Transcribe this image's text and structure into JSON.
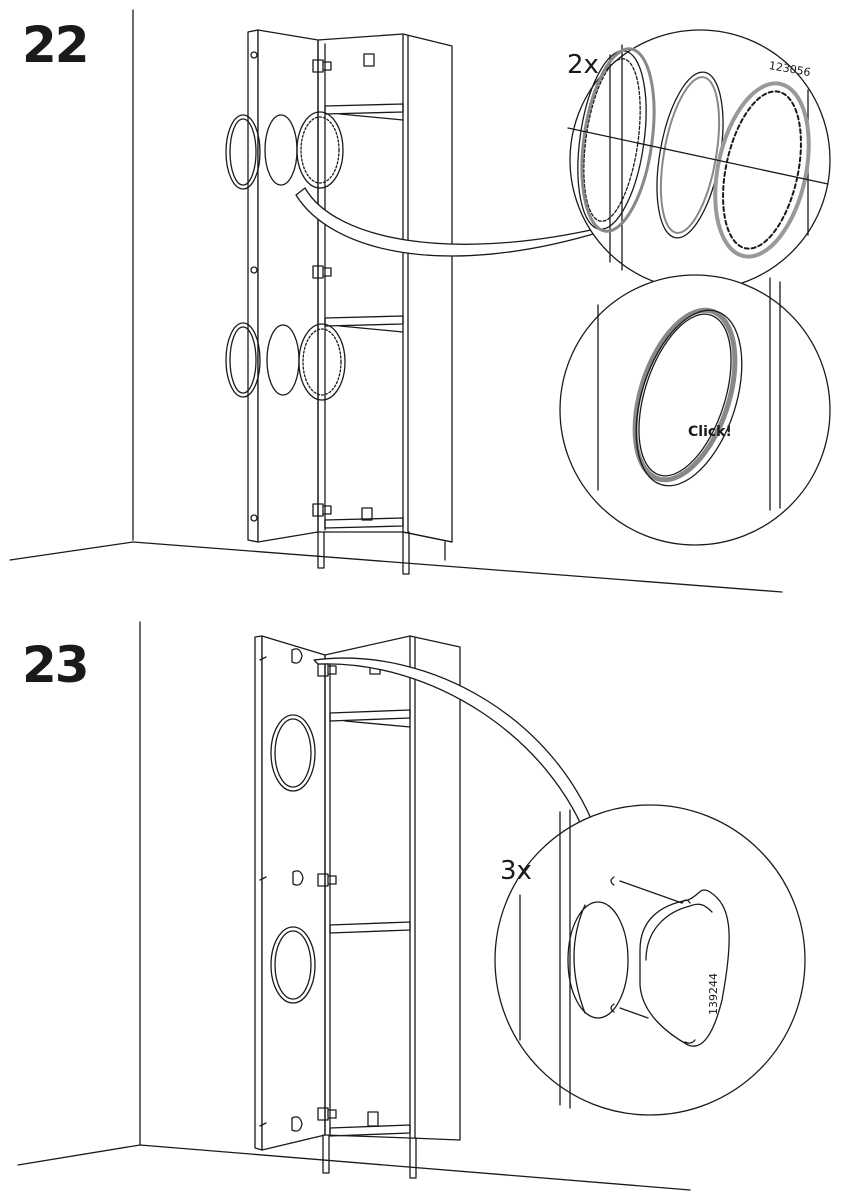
{
  "steps": [
    {
      "number": "22",
      "quantity": "2x",
      "part_number": "123056",
      "callout": "Click!"
    },
    {
      "number": "23",
      "quantity": "3x",
      "part_number": "139244"
    }
  ]
}
